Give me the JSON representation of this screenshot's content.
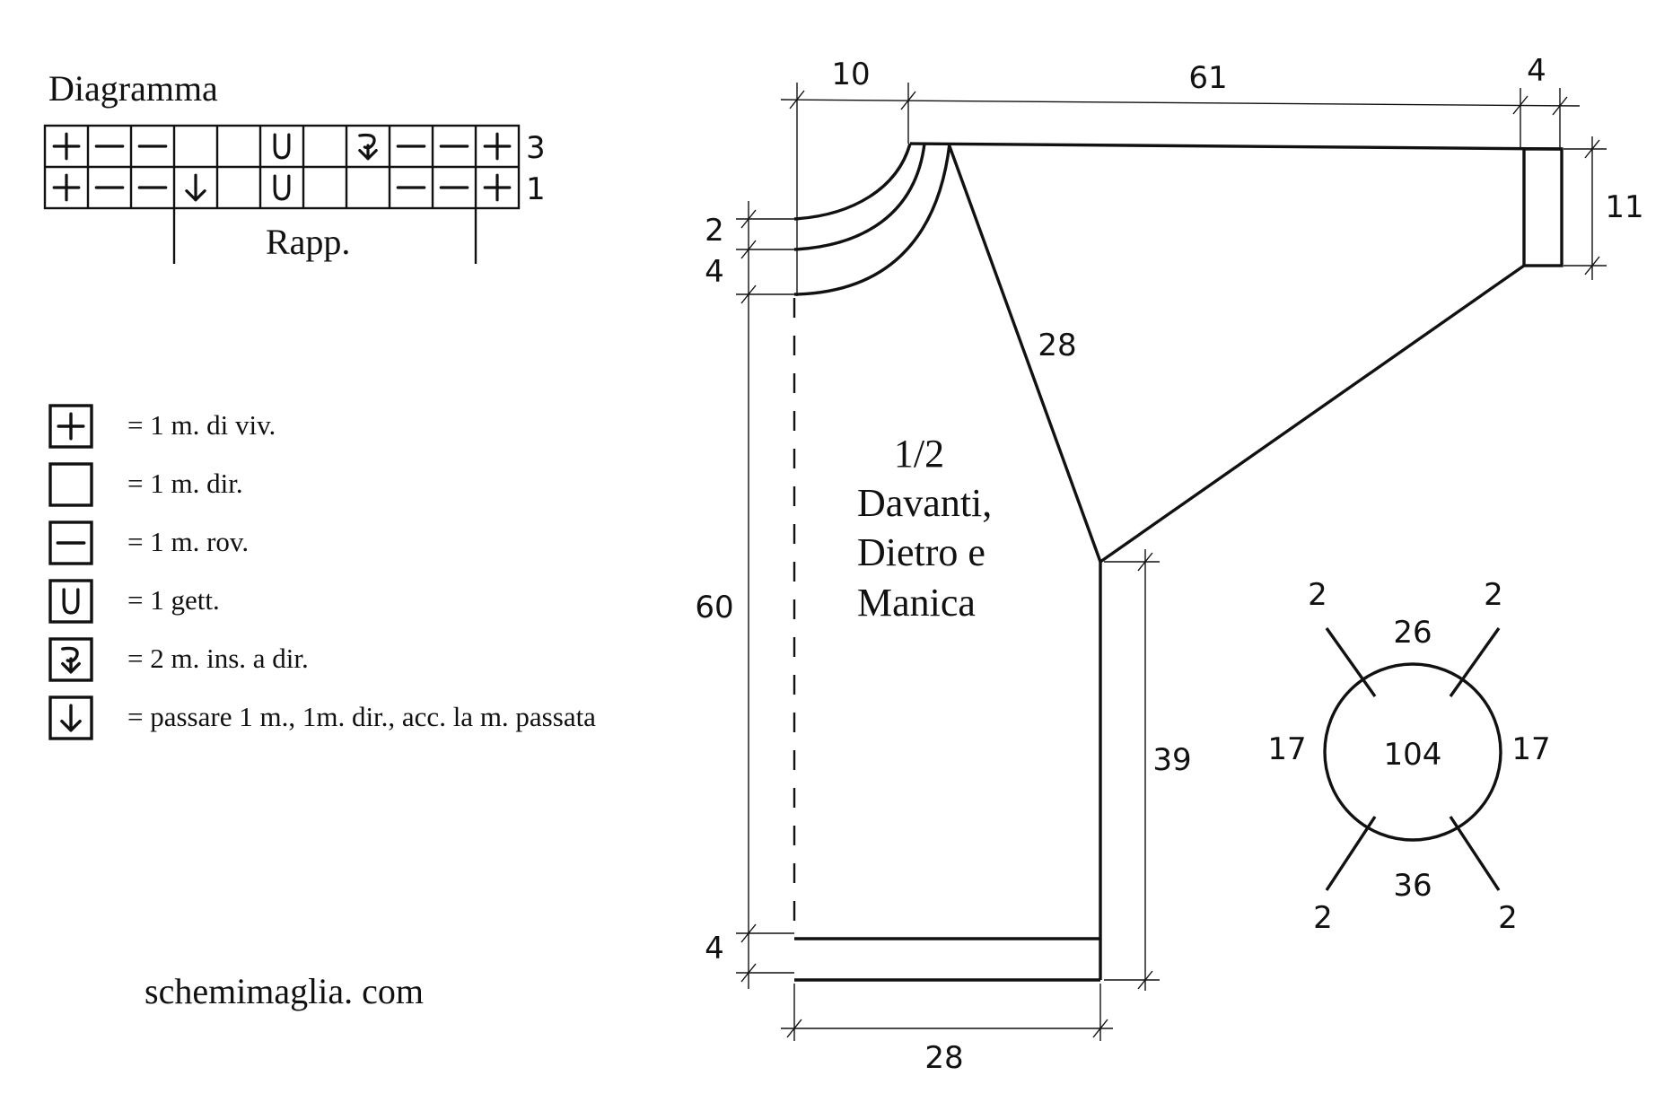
{
  "chart": {
    "title": "Diagramma",
    "rows": [
      {
        "number": "3",
        "cells": [
          "plus",
          "minus",
          "minus",
          "empty",
          "empty",
          "yo",
          "empty",
          "k2tog",
          "minus",
          "minus",
          "plus"
        ]
      },
      {
        "number": "1",
        "cells": [
          "plus",
          "minus",
          "minus",
          "skpo",
          "empty",
          "yo",
          "empty",
          "empty",
          "minus",
          "minus",
          "plus"
        ]
      }
    ],
    "repeat_label": "Rapp."
  },
  "legend": [
    {
      "symbol": "plus",
      "text": "= 1 m. di viv."
    },
    {
      "symbol": "empty",
      "text": "= 1 m. dir."
    },
    {
      "symbol": "minus",
      "text": "= 1 m. rov."
    },
    {
      "symbol": "yo",
      "text": "= 1 gett."
    },
    {
      "symbol": "k2tog",
      "text": "= 2 m. ins. a dir."
    },
    {
      "symbol": "skpo",
      "text": "= passare 1 m., 1m. dir., acc. la m. passata"
    }
  ],
  "watermark": "schemimaglia. com",
  "schematic": {
    "piece_label": [
      "1/2",
      "Davanti,",
      "Dietro e",
      "Manica"
    ],
    "dimensions": {
      "neck_width": "10",
      "sleeve_length": "61",
      "cuff_depth": "4",
      "cuff_height": "11",
      "neck_drop_1": "2",
      "neck_drop_2": "4",
      "raglan": "28",
      "body_length": "60",
      "side_length": "39",
      "hem_depth": "4",
      "half_width": "28"
    }
  },
  "yoke": {
    "center": "104",
    "top": "26",
    "bottom": "36",
    "left": "17",
    "right": "17",
    "corners": [
      "2",
      "2",
      "2",
      "2"
    ]
  }
}
